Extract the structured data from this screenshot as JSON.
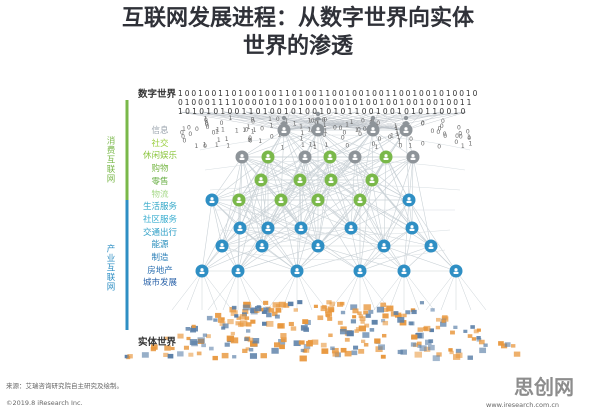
{
  "title": {
    "line1": "互联网发展进程：从数字世界向实体",
    "line2": "世界的渗透"
  },
  "axis": {
    "top_label": "数字世界",
    "bottom_label": "实体世界",
    "consumer_label": "消费互联网",
    "industry_label": "产业互联网"
  },
  "categories": [
    {
      "text": "信息",
      "color": "#9aa3ad"
    },
    {
      "text": "社交",
      "color": "#9bcf3f"
    },
    {
      "text": "休闲娱乐",
      "color": "#8cc63f"
    },
    {
      "text": "购物",
      "color": "#7ab84a"
    },
    {
      "text": "零售",
      "color": "#6eb24b"
    },
    {
      "text": "物流",
      "color": "#a7d98a"
    },
    {
      "text": "生活服务",
      "color": "#35a9c9"
    },
    {
      "text": "社区服务",
      "color": "#3aaed0"
    },
    {
      "text": "交通出行",
      "color": "#2f9fc6"
    },
    {
      "text": "能源",
      "color": "#2a8fbd"
    },
    {
      "text": "制造",
      "color": "#2b7fb7"
    },
    {
      "text": "房地产",
      "color": "#2a6fb0"
    },
    {
      "text": "城市发展",
      "color": "#2a62a8"
    }
  ],
  "binary_rows": [
    "1 0 0 1 0 0 1 1 0 1 0 0 1 0 0 1 1 0 1 0 0 1 1 0 0 1 0 0 1 0 0 1 1 0 0 1 0 0 1 0 1 0 0 1 0",
    "0 1 0 0 0 1 1 1 1 0 0 0 0 1 0 1 0 0 1 0 0 0 1 0 0 1 0 1 0 0 1 0 0 1 0 0 1 0 0 1 0 0 1 1",
    "1 0 1 0 1 0 1 0 0 1 1 0 1 0 0 1 0 1 0 0 1 0 1 0 1 1 0 0 1 0 0 1 0 1 0 1 1 0 0 1 0"
  ],
  "footer": {
    "source": "来源：艾瑞咨询研究院自主研究及绘制。",
    "copyright": "©2019.8 iResearch Inc.",
    "right_url": "www.iresearch.com.cn",
    "watermark": "思创网"
  },
  "colors": {
    "consumer": "#7ab84a",
    "industry": "#2f8fc4",
    "gray": "#8e9499",
    "mesh": "#c9d1d6",
    "ground_orange": "#e8973d",
    "ground_blue": "#5b80a8"
  },
  "node_icons": {
    "gray_users": "user-icon",
    "gray_devices": "device-icon",
    "green_social": "chat-icon",
    "green_people": "people-icon",
    "blue_services": "service-icon",
    "blue_industry": "factory-icon"
  }
}
